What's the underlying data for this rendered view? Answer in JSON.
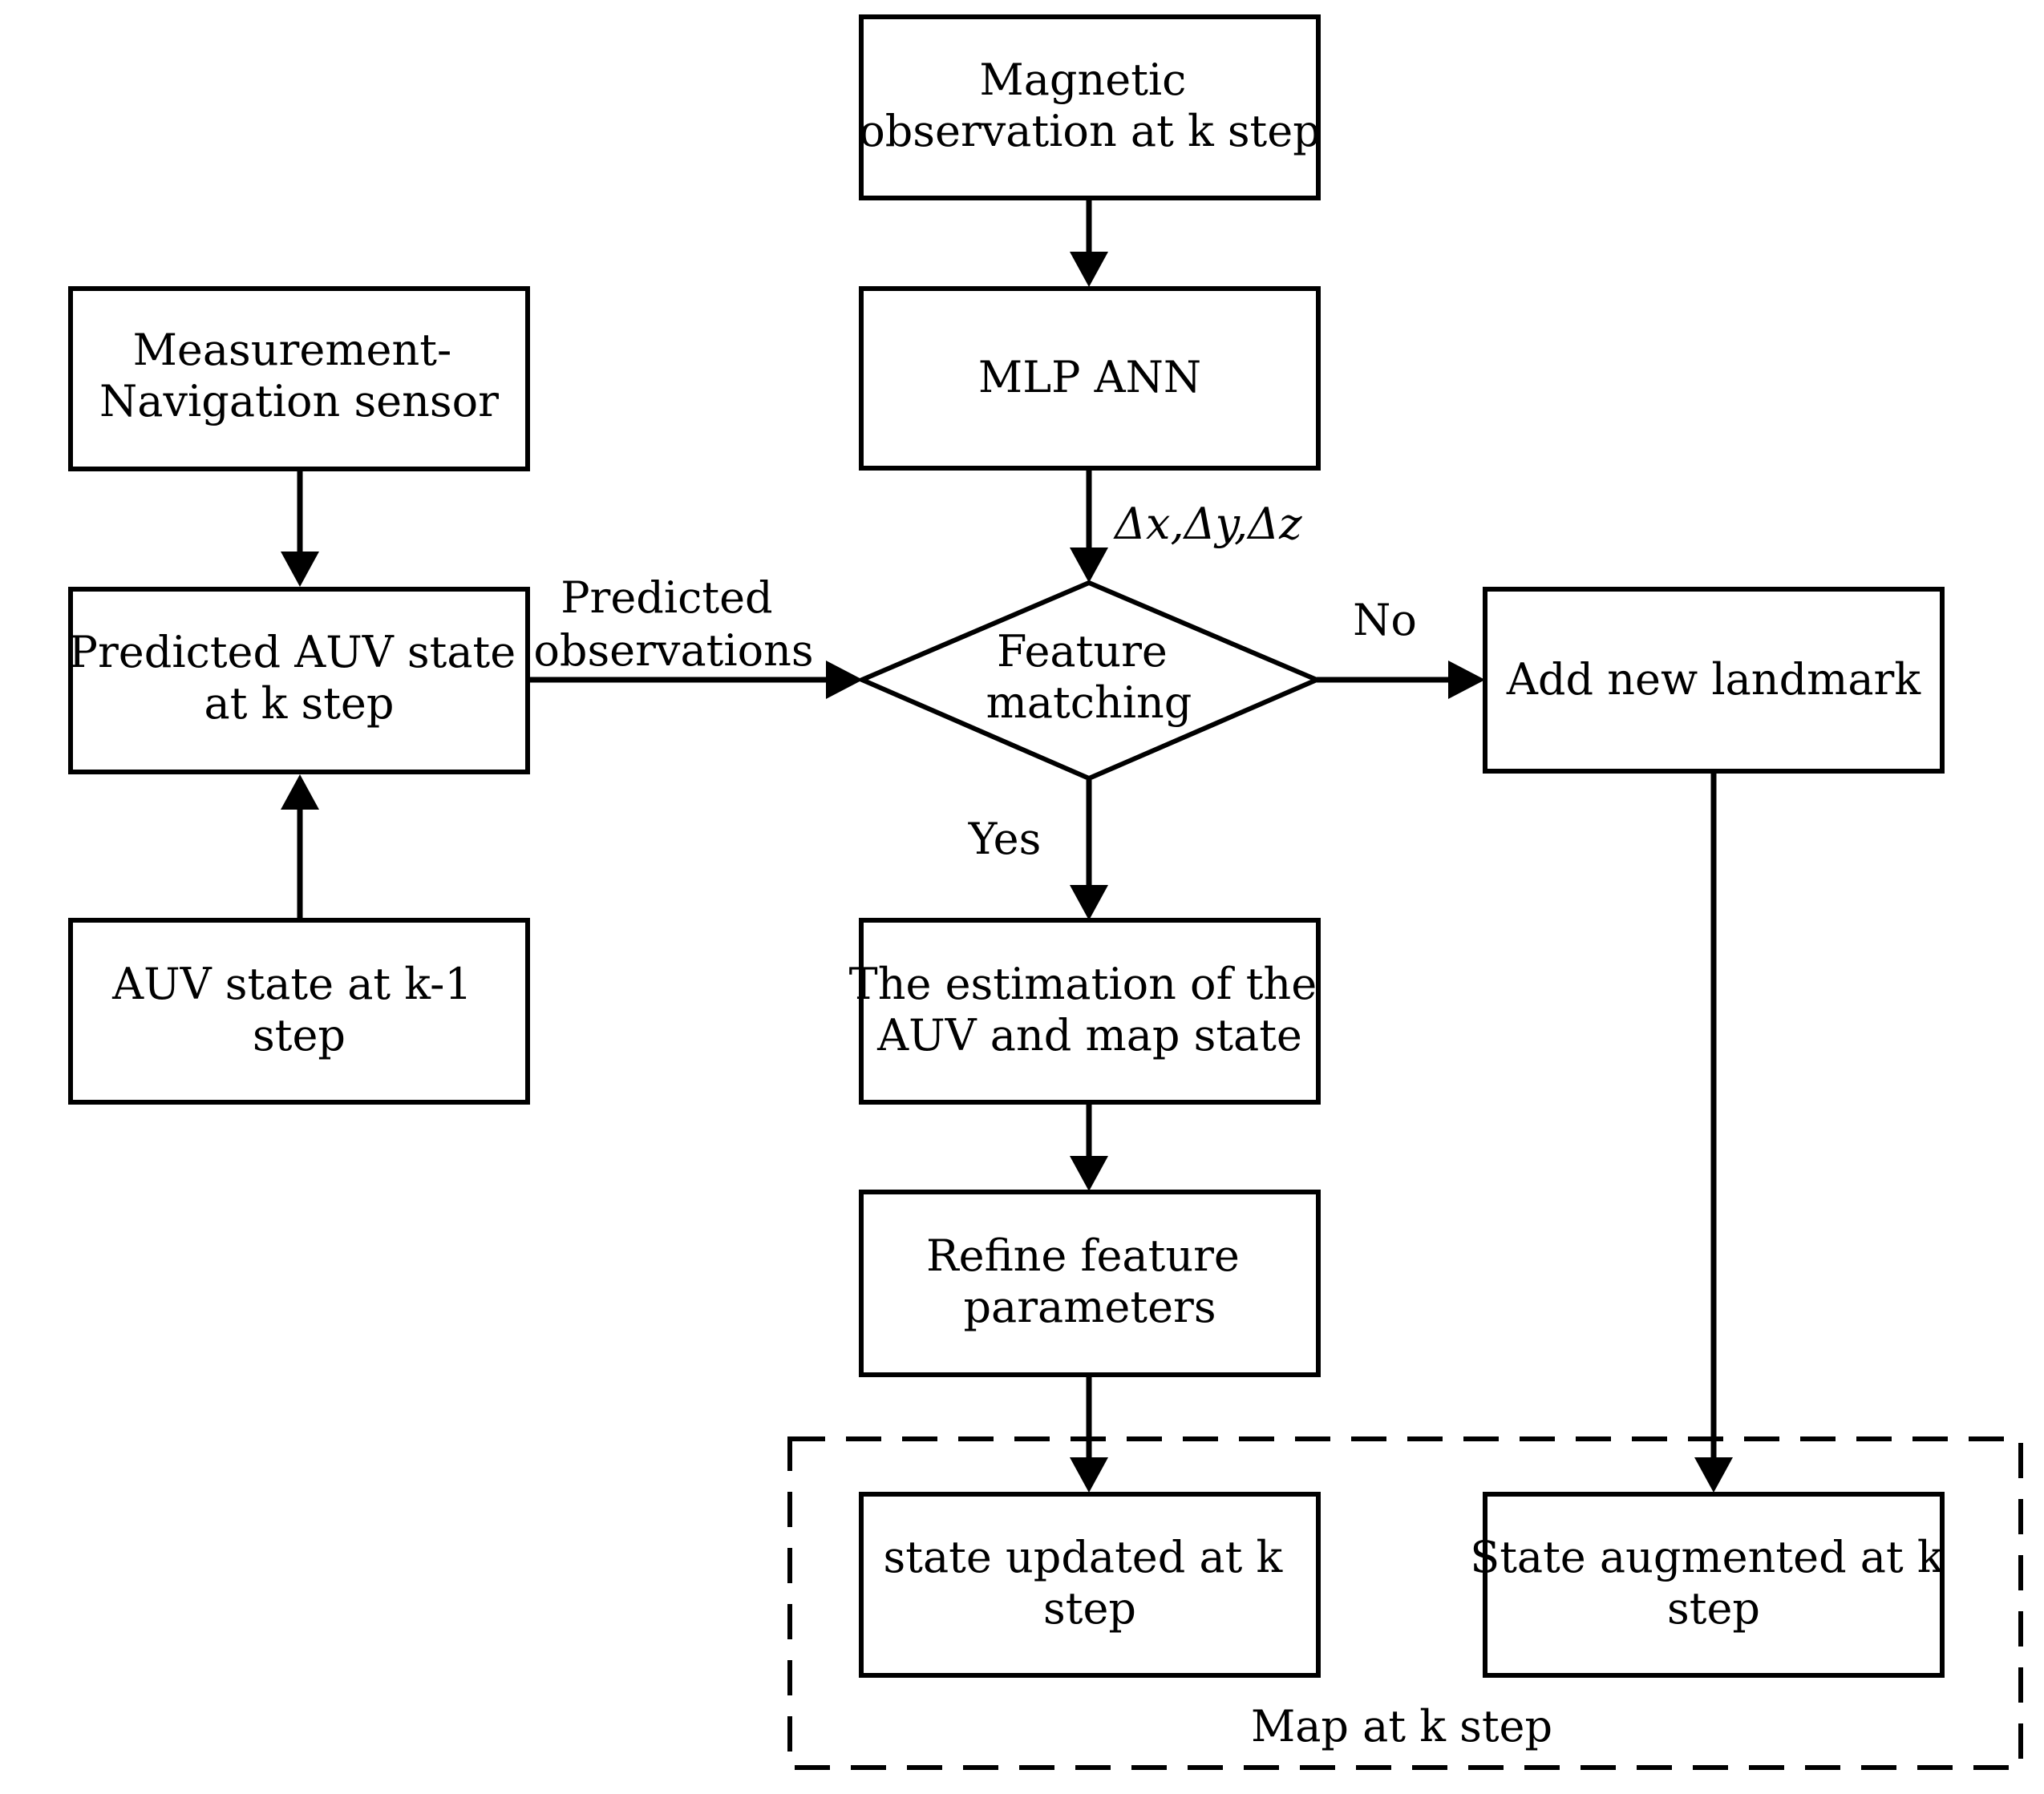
{
  "nodes": {
    "magnetic_observation": [
      "Magnetic",
      "observation at k step"
    ],
    "mlp_ann": [
      "MLP ANN"
    ],
    "measurement_sensor": [
      "Measurement-",
      "Navigation sensor"
    ],
    "predicted_auv_state": [
      "Predicted AUV state",
      "at k step"
    ],
    "feature_matching": [
      "Feature",
      "matching"
    ],
    "add_new_landmark": [
      "Add new landmark"
    ],
    "auv_state_prev": [
      "AUV state  at k-1",
      "step"
    ],
    "estimation": [
      "The estimation of the",
      "AUV and map state"
    ],
    "refine_feature": [
      "Refine feature",
      "parameters"
    ],
    "state_updated": [
      "state updated at k",
      "step"
    ],
    "state_augmented": [
      "State augmented at k",
      "step"
    ]
  },
  "edge_labels": {
    "predicted_observations": [
      "Predicted",
      "observations"
    ],
    "delta": "Δx,Δy,Δz",
    "no": "No",
    "yes": "Yes"
  },
  "group": {
    "map_label": "Map at k step"
  }
}
